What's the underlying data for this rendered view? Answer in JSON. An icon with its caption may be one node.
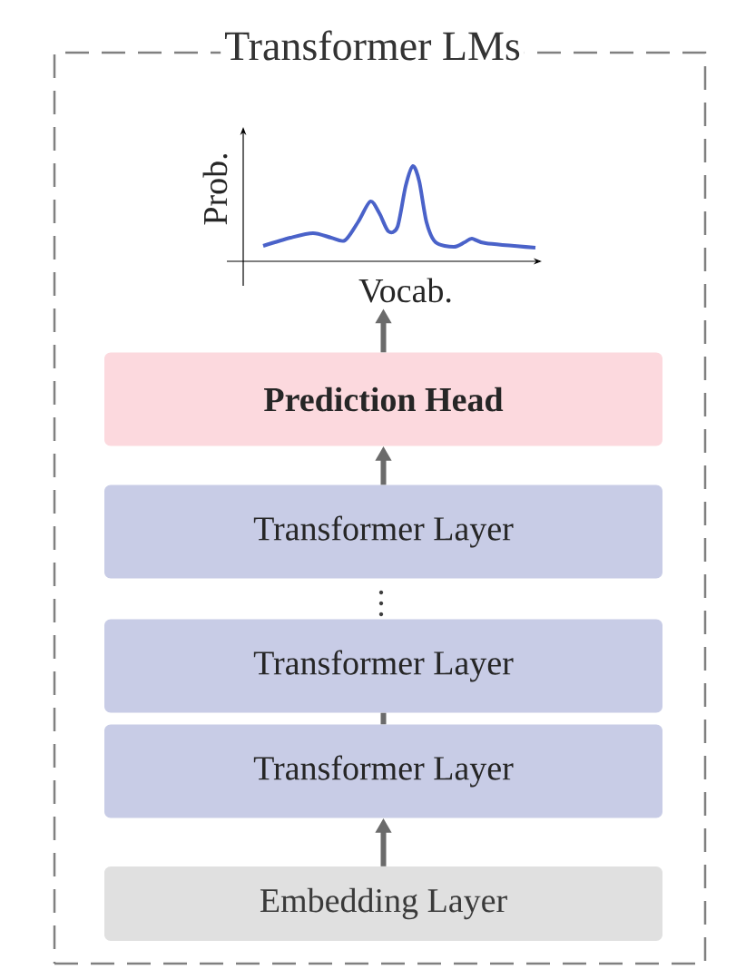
{
  "diagram": {
    "nodes": [
      {
        "text": [
          "Transformer LMs"
        ]
      },
      {
        "text": [],
        "shape": "picture",
        "in": 0,
        "beside": [
          "Prob.",
          "Vocab."
        ]
      },
      {
        "text": [
          "Prediction Head"
        ],
        "in": 0
      },
      {
        "text": [
          "Transformer Layer"
        ],
        "in": 0
      },
      {
        "text": [
          "Transformer Layer"
        ],
        "in": 0
      },
      {
        "text": [
          "Transformer Layer"
        ],
        "in": 0
      },
      {
        "text": [
          "Embedding Layer"
        ],
        "in": 0
      }
    ],
    "edges": [
      {
        "from": 6,
        "to": 5,
        "arrow": "to"
      },
      {
        "from": 5,
        "to": 4,
        "arrow": "none"
      },
      {
        "from": 3,
        "to": 2,
        "arrow": "to"
      },
      {
        "from": 2,
        "to": 1,
        "arrow": "to"
      }
    ]
  }
}
